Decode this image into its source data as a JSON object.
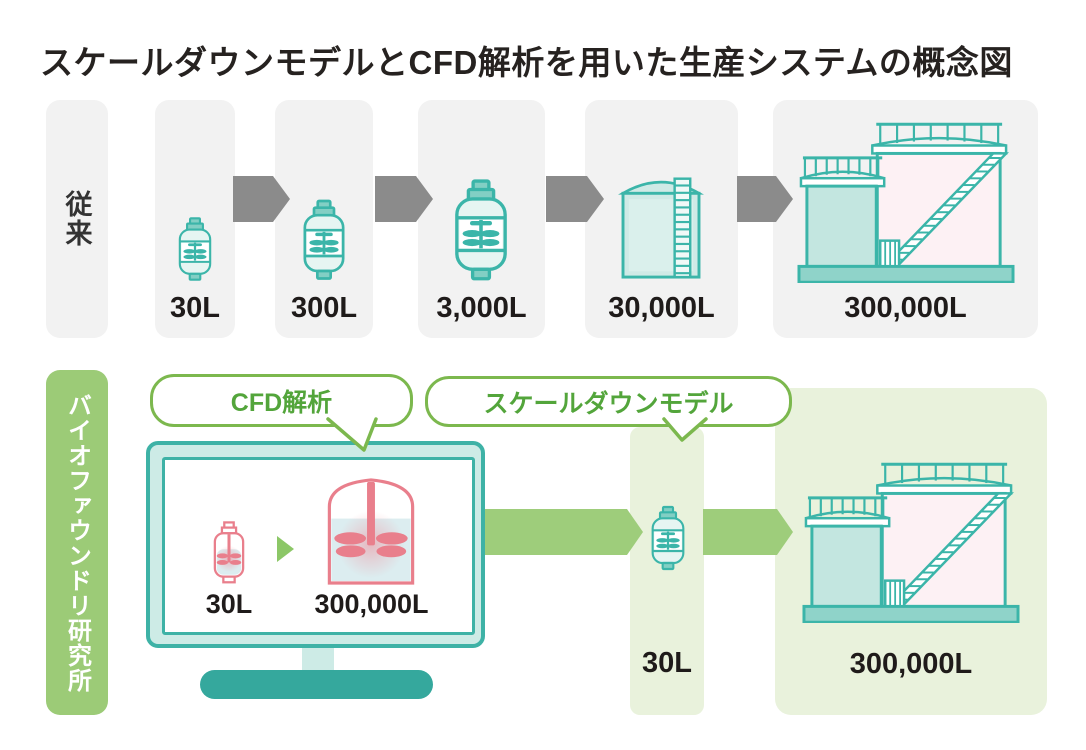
{
  "title": "スケールダウンモデルとCFD解析を用いた生産システムの概念図",
  "colors": {
    "teal_stroke": "#3bb5a9",
    "teal_fill_light": "#e6f5f2",
    "teal_cap": "#82cfc4",
    "tank_fill": "#cfeae6",
    "plant_left_tank": "#c3e6e0",
    "plant_right_tank": "#fdf1f4",
    "plant_platform": "#8fd3c9",
    "gray_panel": "#f2f2f2",
    "gray_arrow": "#8b8b8b",
    "green_row_label_bg": "#9ccb77",
    "green_panel": "#e9f2dc",
    "green_arrow": "#9ecd7b",
    "bubble_border": "#7cb84e",
    "bubble_text": "#53a53b",
    "pink_stroke": "#e97f8c",
    "pink_liquid": "#dcedf0",
    "monitor_frame": "#cdebe6",
    "monitor_border": "#3eb2a6",
    "monitor_base": "#35a89d",
    "label_text": "#1f1b1a"
  },
  "icons": {
    "fermenter": "fermenter-vessel-icon",
    "storage_tank": "storage-tank-with-ladder-icon",
    "tank_plant": "tank-plant-with-stairs-icon",
    "process_arrow": "right-arrow-icon",
    "play_arrow": "play-triangle-icon",
    "monitor": "computer-monitor-icon"
  },
  "conventional": {
    "row_label": "従来",
    "stages": [
      {
        "label": "30L"
      },
      {
        "label": "300L"
      },
      {
        "label": "3,000L"
      },
      {
        "label": "30,000L"
      },
      {
        "label": "300,000L"
      }
    ]
  },
  "biofoundry": {
    "row_label": "バイオファウンドリ研究所",
    "bubbles": {
      "cfd": "CFD解析",
      "scaledown": "スケールダウンモデル"
    },
    "monitor": {
      "small_vessel_label": "30L",
      "large_vessel_label": "300,000L"
    },
    "scaledown_vessel_label": "30L",
    "production_label": "300,000L"
  }
}
